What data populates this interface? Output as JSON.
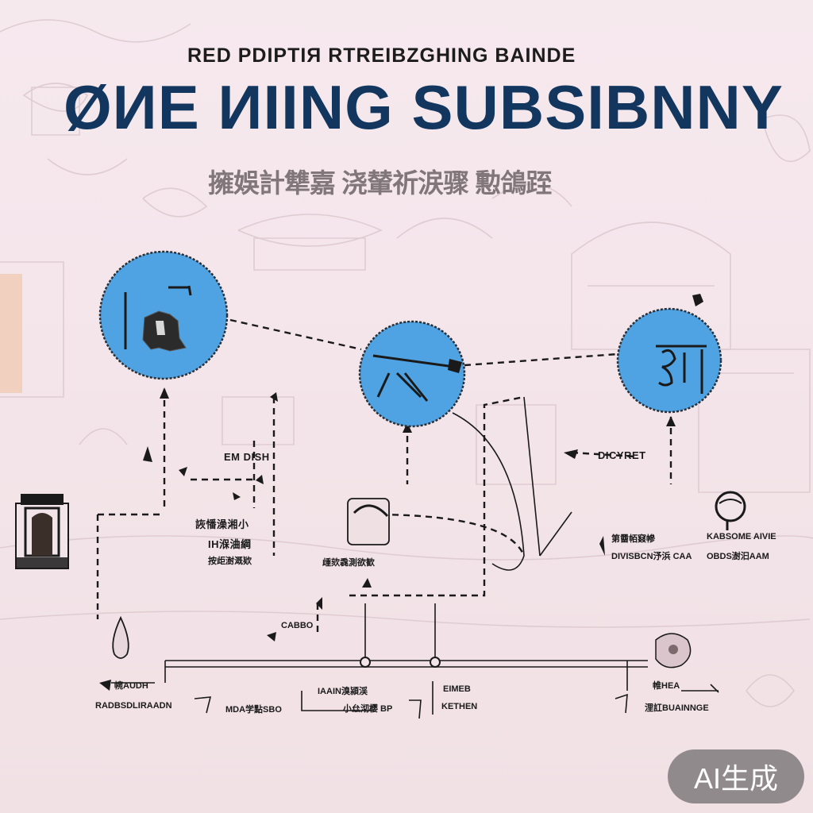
{
  "header": {
    "subtitle": "RED PDIPTIЯ RTREIBZGHING BAINDE",
    "title": "ØИE ИIING SUBSIBNNY",
    "cjk_subtitle": "擁娛計犨嘉 浇輦祈涙骤 憅鴿跮"
  },
  "labels": {
    "em_dish": "EM DISH",
    "dicyret": "DICYRET",
    "left_cjk_1": "詼憣澡湘小",
    "left_cjk_2": "IH湺浀綱",
    "left_cjk_3": "按歫澍溉欵",
    "mid_small": "歱欬毳測欲歓",
    "right_a1": "第羀帞窡幓",
    "right_a2": "DIVISBCN汿浜 CAA",
    "right_b1": "KABSOME AIVIE",
    "right_b2": "OBDS澍汩AAM",
    "carbo": "CABBO",
    "bottom_left_1": "帵AUDH",
    "bottom_left_2": "RADBSDLIRAADN",
    "bottom_mid_1": "IAAIN溴潁渓",
    "bottom_mid_2": "小厽沏樱 BP",
    "bottom_mid_left": "MDA学點SBO",
    "bottom_r1": "EIMEB",
    "bottom_r2": "KETHEN",
    "bottom_far_1": "帷HEA",
    "bottom_far_2": "浬訌BUAINNGE"
  },
  "badge": {
    "text": "AI生成"
  },
  "colors": {
    "background": "#f5e8ed",
    "title": "#12365e",
    "node_fill": "#4fa3e3",
    "line": "#1a1a1a",
    "badge": "#8c8688"
  }
}
